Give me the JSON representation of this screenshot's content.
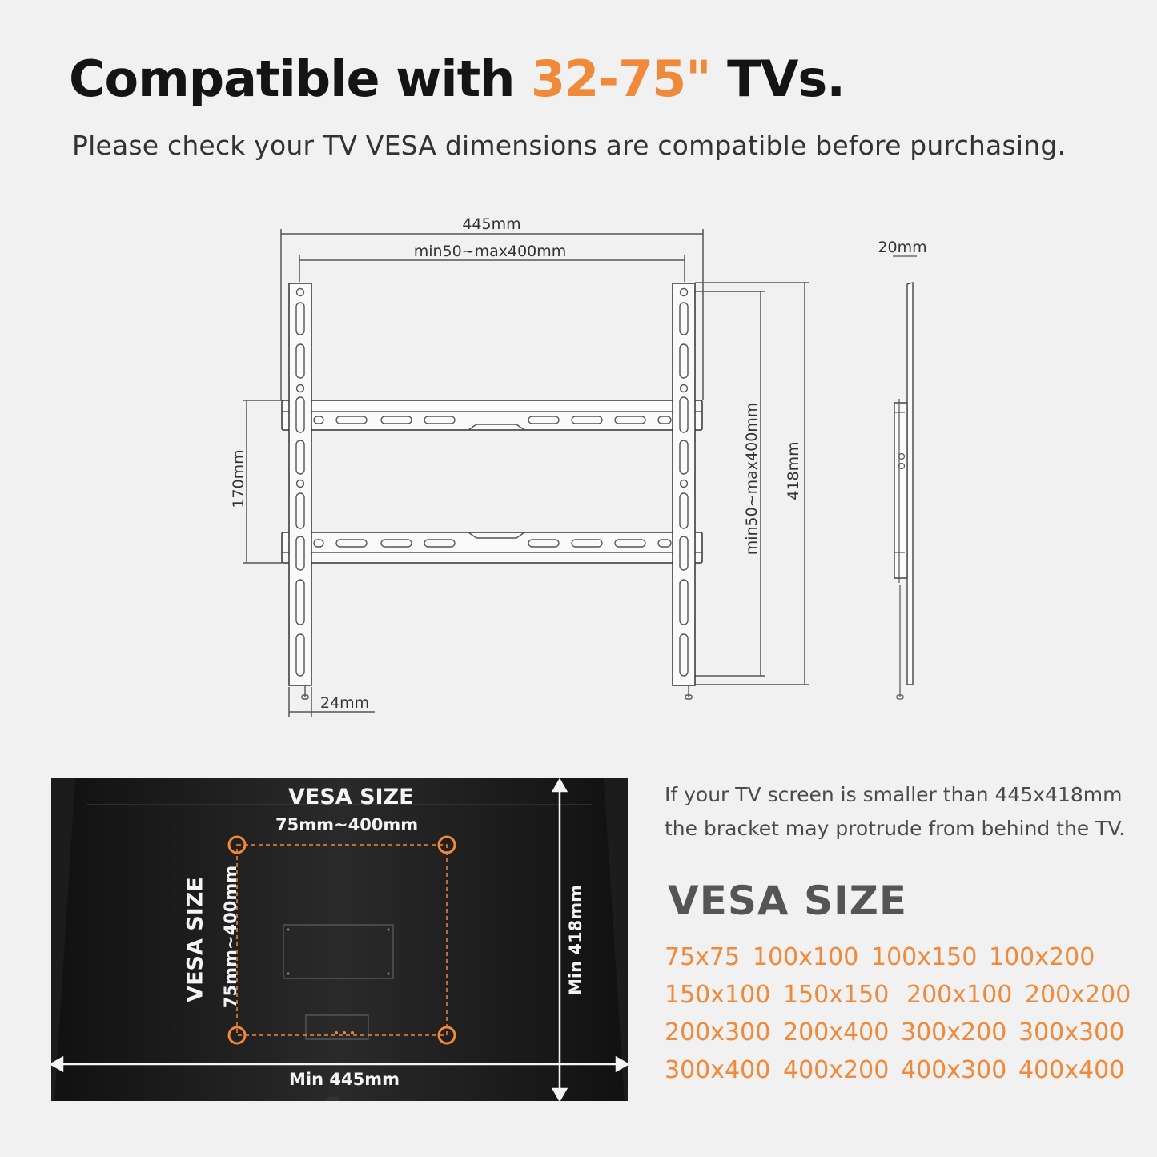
{
  "header": {
    "title_prefix": "Compatible with ",
    "title_accent": "32-75\"",
    "title_suffix": " TVs.",
    "subtitle": "Please check your TV VESA dimensions are compatible before purchasing."
  },
  "diagram": {
    "total_width": "445mm",
    "hole_width_range": "min50~max400mm",
    "rail_height": "170mm",
    "hole_height_range": "min50~max400mm",
    "total_height": "418mm",
    "depth": "20mm",
    "strip_width": "24mm"
  },
  "tv_panel": {
    "vesa_title": "VESA SIZE",
    "vesa_horizontal": "75mm~400mm",
    "vesa_vertical_title": "VESA SIZE",
    "vesa_vertical": "75mm~400mm",
    "min_height": "Min 418mm",
    "min_width": "Min 445mm"
  },
  "note": {
    "line1": "If your TV screen is smaller than 445x418mm",
    "line2": "the bracket may protrude from behind the TV."
  },
  "vesa_list": {
    "heading": "VESA SIZE",
    "sizes": [
      "75x75",
      "100x100",
      "100x150",
      "100x200",
      "150x100",
      "150x150",
      "200x100",
      "200x200",
      "200x300",
      "200x400",
      "300x200",
      "300x300",
      "300x400",
      "400x200",
      "400x300",
      "400x400"
    ]
  },
  "colors": {
    "accent": "#f0893a",
    "background": "#f1f1f1",
    "panel": "#1c1c1c"
  }
}
